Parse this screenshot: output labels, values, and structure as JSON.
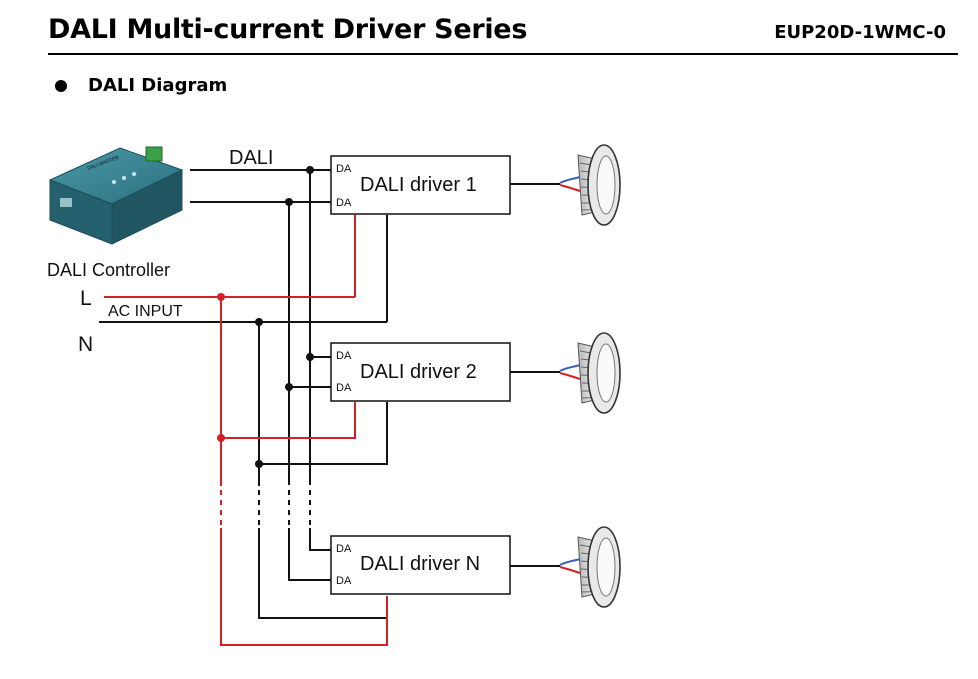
{
  "header": {
    "title": "DALI Multi-current Driver Series",
    "model": "EUP20D-1WMC-0"
  },
  "section": {
    "title": "DALI Diagram"
  },
  "diagram": {
    "bus_label": "DALI",
    "controller_label": "DALI Controller",
    "controller_device_text": "DALI MASTER",
    "line_label": "L",
    "neutral_label": "N",
    "ac_label": "AC INPUT",
    "terminal_label": "DA",
    "drivers": [
      {
        "label": "DALI driver 1"
      },
      {
        "label": "DALI driver 2"
      },
      {
        "label": "DALI driver N"
      }
    ],
    "colors": {
      "live_wire": "#d42027",
      "wire": "#111111",
      "controller_body": "#2f7c8c",
      "terminal_green": "#3aa04a"
    }
  }
}
